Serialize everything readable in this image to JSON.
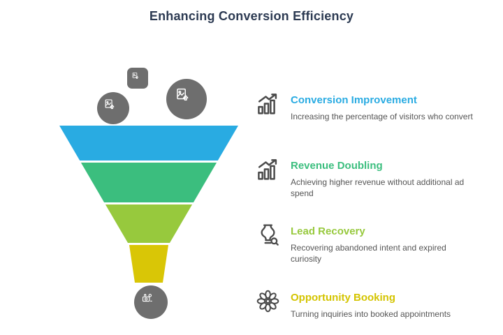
{
  "title": "Enhancing Conversion Efficiency",
  "colors": {
    "title_text": "#2C3A52",
    "description_text": "#555555",
    "decoration_gray": "#6E6E6E",
    "item_icon_stroke": "#4A4A4A"
  },
  "funnel": {
    "segments": [
      {
        "stage": 1,
        "color": "#29ABE2"
      },
      {
        "stage": 2,
        "color": "#3BBE7E"
      },
      {
        "stage": 3,
        "color": "#97C93D"
      },
      {
        "stage": 4,
        "color": "#D9C606"
      }
    ],
    "decorations": {
      "top_small": "image-upload-icon",
      "upper_left": "image-upload-icon",
      "upper_right": "image-upload-icon",
      "bottom": "budget-savings-icon"
    }
  },
  "items": [
    {
      "title": "Conversion Improvement",
      "color": "#29ABE2",
      "icon": "growth-chart-icon",
      "description": "Increasing the percentage of visitors who convert"
    },
    {
      "title": "Revenue Doubling",
      "color": "#3BBE7E",
      "icon": "growth-chart-icon",
      "description": "Achieving higher revenue without additional ad spend"
    },
    {
      "title": "Lead Recovery",
      "color": "#97C93D",
      "icon": "vase-icon",
      "description": "Recovering abandoned intent and expired curiosity"
    },
    {
      "title": "Opportunity Booking",
      "color": "#D4C400",
      "icon": "rosette-icon",
      "description": "Turning inquiries into booked appointments"
    }
  ]
}
